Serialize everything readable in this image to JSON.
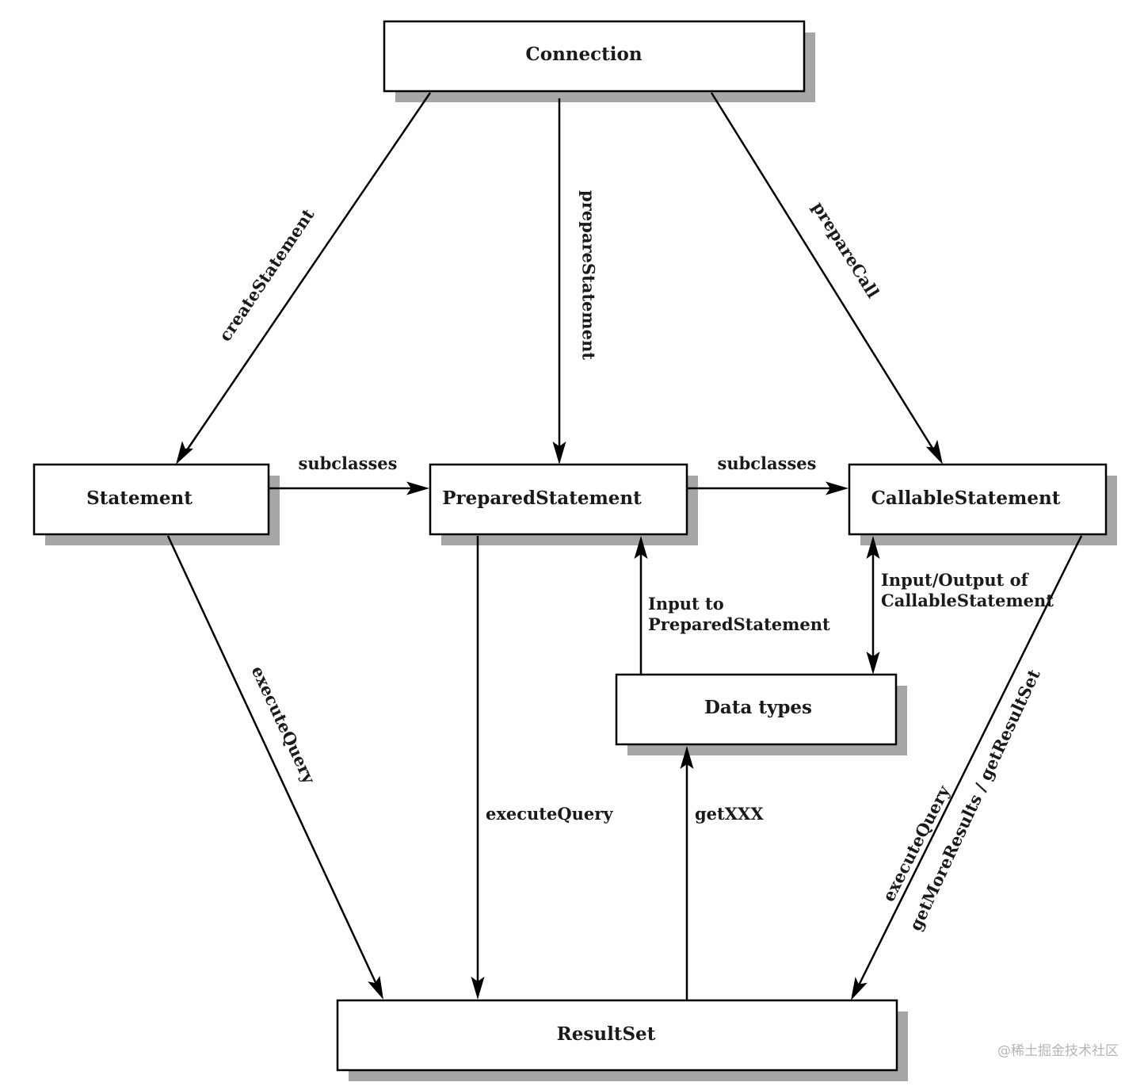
{
  "nodes": {
    "connection": "Connection",
    "statement": "Statement",
    "prepared_statement": "PreparedStatement",
    "callable_statement": "CallableStatement",
    "data_types": "Data types",
    "result_set": "ResultSet"
  },
  "edges": {
    "create_statement": "createStatement",
    "prepare_statement": "prepareStatement",
    "prepare_call": "prepareCall",
    "subclasses_1": "subclasses",
    "subclasses_2": "subclasses",
    "execute_query_statement": "executeQuery",
    "execute_query_prepared": "executeQuery",
    "input_to_prepared_line1": "Input to",
    "input_to_prepared_line2": "PreparedStatement",
    "inout_callable_line1": "Input/Output of",
    "inout_callable_line2": "CallableStatement",
    "get_xxx": "getXXX",
    "execute_query_callable": "executeQuery",
    "get_more_results": "getMoreResults / getResultSet"
  },
  "watermark": "@稀土掘金技术社区"
}
